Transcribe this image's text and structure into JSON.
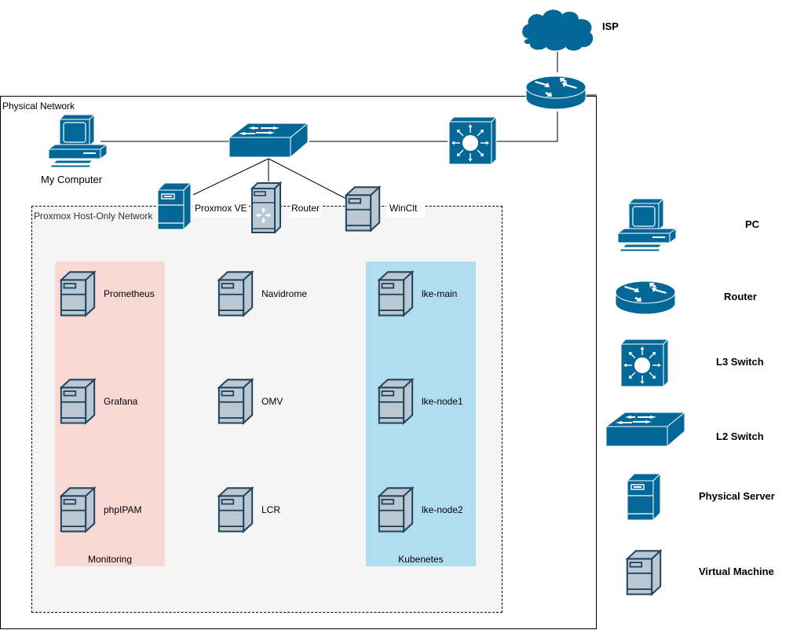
{
  "diagram": {
    "containers": {
      "physical_network": "Physical Network",
      "host_only_network": "Proxmox Host-Only Network",
      "monitoring_group": "Monitoring",
      "kubernetes_group": "Kubenetes"
    },
    "nodes": {
      "isp": "ISP",
      "my_computer": "My Computer",
      "proxmox_ve": "Proxmox VE",
      "router_vm": "Router",
      "winclt": "WinClt",
      "prometheus": "Prometheus",
      "grafana": "Grafana",
      "phpipam": "phpIPAM",
      "navidrome": "Navidrome",
      "omv": "OMV",
      "lcr": "LCR",
      "lke_main": "lke-main",
      "lke_node1": "lke-node1",
      "lke_node2": "lke-node2"
    },
    "legend": [
      {
        "icon": "pc-icon",
        "label": "PC"
      },
      {
        "icon": "router-icon",
        "label": "Router"
      },
      {
        "icon": "l3-switch-icon",
        "label": "L3 Switch"
      },
      {
        "icon": "l2-switch-icon",
        "label": "L2 Switch"
      },
      {
        "icon": "physical-server-icon",
        "label": "Physical Server"
      },
      {
        "icon": "virtual-machine-icon",
        "label": "Virtual Machine"
      }
    ],
    "colors": {
      "device_blue": "#036897",
      "vm_fill": "#BAC8D3",
      "vm_stroke": "#23445D",
      "host_only_bg": "#F5F5F5",
      "monitoring_bg": "#FAD9D5",
      "kubernetes_bg": "#B1DDF0"
    }
  }
}
